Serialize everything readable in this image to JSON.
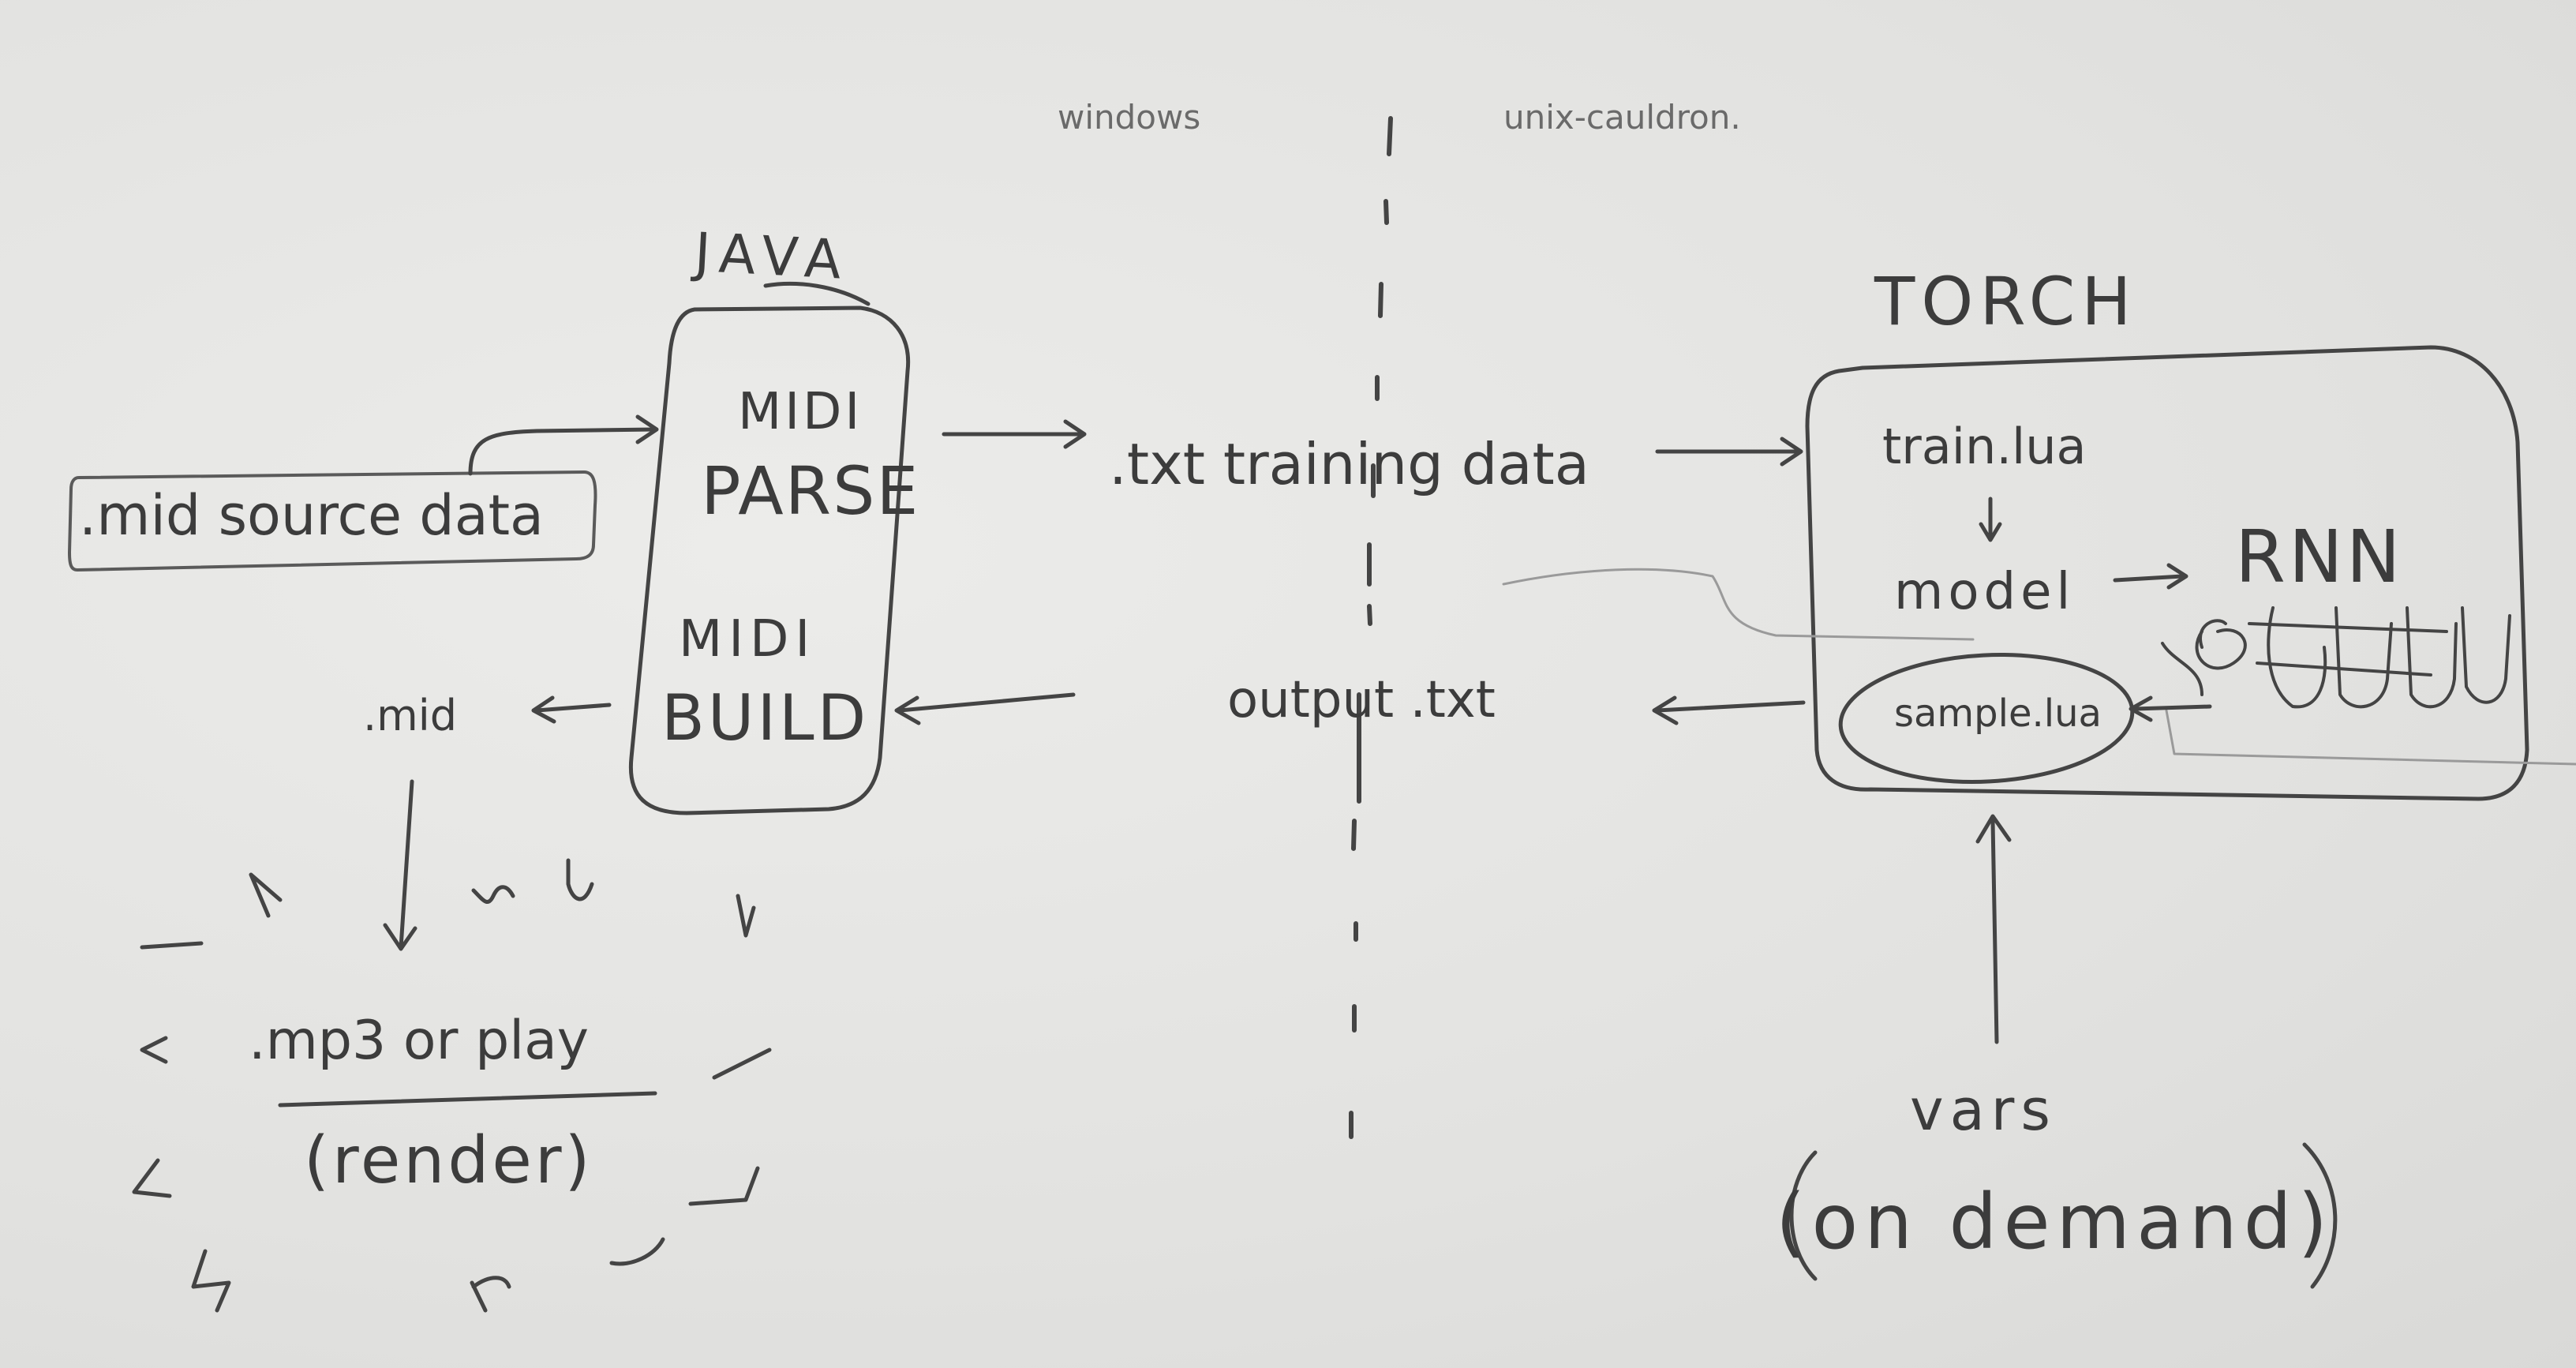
{
  "top_labels": {
    "left": "windows",
    "right": "unix-cauldron."
  },
  "java": {
    "heading": "JAVA",
    "parse_line1": "MIDI",
    "parse_line2": "PARSE",
    "build_line1": "MIDI",
    "build_line2": "BUILD"
  },
  "source": {
    "label": ".mid source data"
  },
  "mid_out": {
    "label": ".mid"
  },
  "render": {
    "line1": ".mp3 or play",
    "line2": "(render)"
  },
  "middle": {
    "training": ".txt training data",
    "output": "output .txt"
  },
  "torch": {
    "heading": "TORCH",
    "train": "train.lua",
    "model": "model",
    "rnn": "RNN",
    "sample": "sample.lua"
  },
  "vars": {
    "line1": "vars",
    "line2": "(on demand)"
  }
}
